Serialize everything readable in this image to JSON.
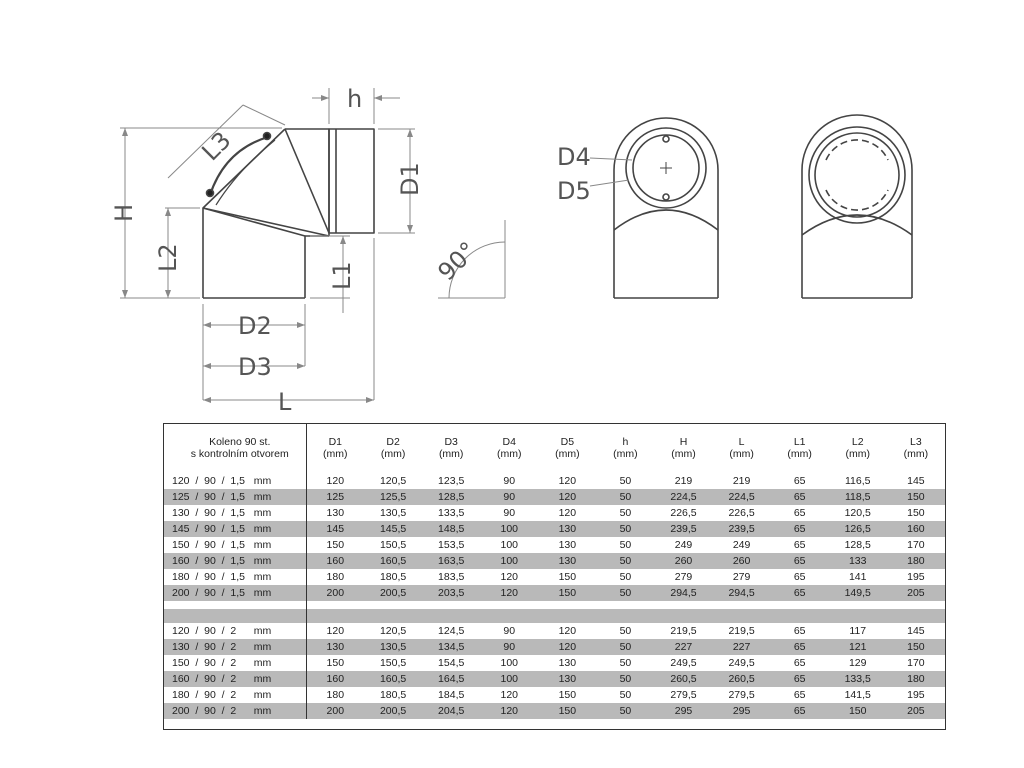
{
  "drawing": {
    "labels": {
      "h": "h",
      "H": "H",
      "L": "L",
      "L1": "L1",
      "L2": "L2",
      "L3": "L3",
      "D1": "D1",
      "D2": "D2",
      "D3": "D3",
      "D4": "D4",
      "D5": "D5",
      "angle": "90°"
    }
  },
  "table": {
    "title_line1": "Koleno 90 st.",
    "title_line2": "s kontrolním otvorem",
    "columns": [
      {
        "name": "D1",
        "unit": "(mm)"
      },
      {
        "name": "D2",
        "unit": "(mm)"
      },
      {
        "name": "D3",
        "unit": "(mm)"
      },
      {
        "name": "D4",
        "unit": "(mm)"
      },
      {
        "name": "D5",
        "unit": "(mm)"
      },
      {
        "name": "h",
        "unit": "(mm)"
      },
      {
        "name": "H",
        "unit": "(mm)"
      },
      {
        "name": "L",
        "unit": "(mm)"
      },
      {
        "name": "L1",
        "unit": "(mm)"
      },
      {
        "name": "L2",
        "unit": "(mm)"
      },
      {
        "name": "L3",
        "unit": "(mm)"
      }
    ],
    "group1": [
      {
        "model": "120  /  90  /  1,5   mm",
        "values": [
          "120",
          "120,5",
          "123,5",
          "90",
          "120",
          "50",
          "219",
          "219",
          "65",
          "116,5",
          "145"
        ]
      },
      {
        "model": "125  /  90  /  1,5   mm",
        "values": [
          "125",
          "125,5",
          "128,5",
          "90",
          "120",
          "50",
          "224,5",
          "224,5",
          "65",
          "118,5",
          "150"
        ]
      },
      {
        "model": "130  /  90  /  1,5   mm",
        "values": [
          "130",
          "130,5",
          "133,5",
          "90",
          "120",
          "50",
          "226,5",
          "226,5",
          "65",
          "120,5",
          "150"
        ]
      },
      {
        "model": "145  /  90  /  1,5   mm",
        "values": [
          "145",
          "145,5",
          "148,5",
          "100",
          "130",
          "50",
          "239,5",
          "239,5",
          "65",
          "126,5",
          "160"
        ]
      },
      {
        "model": "150  /  90  /  1,5   mm",
        "values": [
          "150",
          "150,5",
          "153,5",
          "100",
          "130",
          "50",
          "249",
          "249",
          "65",
          "128,5",
          "170"
        ]
      },
      {
        "model": "160  /  90  /  1,5   mm",
        "values": [
          "160",
          "160,5",
          "163,5",
          "100",
          "130",
          "50",
          "260",
          "260",
          "65",
          "133",
          "180"
        ]
      },
      {
        "model": "180  /  90  /  1,5   mm",
        "values": [
          "180",
          "180,5",
          "183,5",
          "120",
          "150",
          "50",
          "279",
          "279",
          "65",
          "141",
          "195"
        ]
      },
      {
        "model": "200  /  90  /  1,5   mm",
        "values": [
          "200",
          "200,5",
          "203,5",
          "120",
          "150",
          "50",
          "294,5",
          "294,5",
          "65",
          "149,5",
          "205"
        ]
      }
    ],
    "group2": [
      {
        "model": "120  /  90  /  2      mm",
        "values": [
          "120",
          "120,5",
          "124,5",
          "90",
          "120",
          "50",
          "219,5",
          "219,5",
          "65",
          "117",
          "145"
        ]
      },
      {
        "model": "130  /  90  /  2      mm",
        "values": [
          "130",
          "130,5",
          "134,5",
          "90",
          "120",
          "50",
          "227",
          "227",
          "65",
          "121",
          "150"
        ]
      },
      {
        "model": "150  /  90  /  2      mm",
        "values": [
          "150",
          "150,5",
          "154,5",
          "100",
          "130",
          "50",
          "249,5",
          "249,5",
          "65",
          "129",
          "170"
        ]
      },
      {
        "model": "160  /  90  /  2      mm",
        "values": [
          "160",
          "160,5",
          "164,5",
          "100",
          "130",
          "50",
          "260,5",
          "260,5",
          "65",
          "133,5",
          "180"
        ]
      },
      {
        "model": "180  /  90  /  2      mm",
        "values": [
          "180",
          "180,5",
          "184,5",
          "120",
          "150",
          "50",
          "279,5",
          "279,5",
          "65",
          "141,5",
          "195"
        ]
      },
      {
        "model": "200  /  90  /  2      mm",
        "values": [
          "200",
          "200,5",
          "204,5",
          "120",
          "150",
          "50",
          "295",
          "295",
          "65",
          "150",
          "205"
        ]
      }
    ]
  }
}
